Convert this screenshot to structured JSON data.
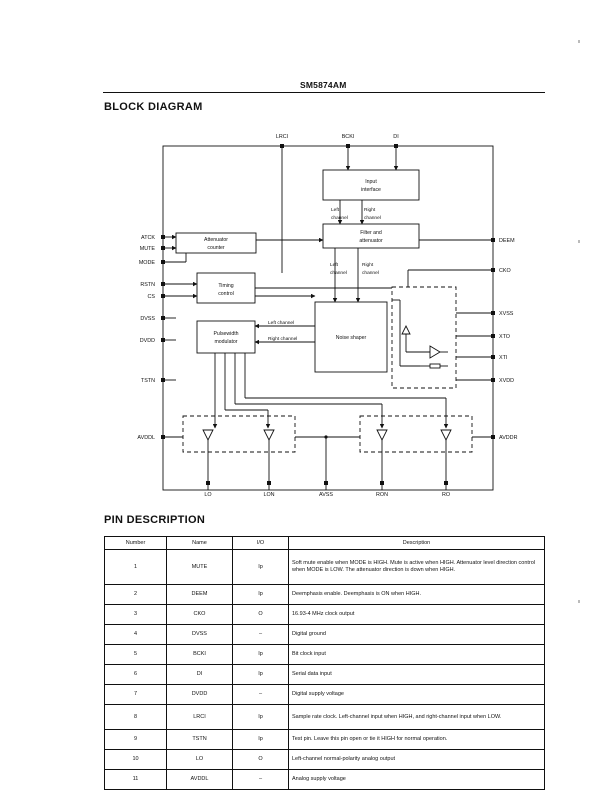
{
  "header": {
    "part_number": "SM5874AM"
  },
  "block_diagram": {
    "title": "BLOCK DIAGRAM",
    "blocks": {
      "input_interface": [
        "Input",
        "interface"
      ],
      "filter_attenuator": [
        "Filter and",
        "attenuator"
      ],
      "attenuator_counter": [
        "Attenuator",
        "counter"
      ],
      "timing_control": [
        "Timing",
        "control"
      ],
      "pulse_width_modulator": [
        "Pulsewidth",
        "modulator"
      ],
      "noise_shaper": [
        "Noise shaper"
      ]
    },
    "signal_labels": {
      "left_channel_top": [
        "Left",
        "channel"
      ],
      "right_channel_top": [
        "Right",
        "channel"
      ],
      "left_channel_mid": [
        "Left",
        "channel"
      ],
      "right_channel_mid": [
        "Right",
        "channel"
      ],
      "left_channel_h": "Left channel",
      "right_channel_h": "Right channel"
    },
    "top_pins": [
      "LRCI",
      "BCKI",
      "DI"
    ],
    "left_pins": [
      "ATCK",
      "MUTE",
      "MODE",
      "RSTN",
      "CS",
      "DVSS",
      "DVDD",
      "TSTN",
      "AVDDL"
    ],
    "right_pins": [
      "DEEM",
      "CKO",
      "XVSS",
      "XTO",
      "XTI",
      "XVDD",
      "AVDDR"
    ],
    "bottom_pins": [
      "LO",
      "LON",
      "AVSS",
      "RON",
      "RO"
    ]
  },
  "pin_description": {
    "title": "PIN DESCRIPTION",
    "columns": [
      "Number",
      "Name",
      "I/O",
      "Description"
    ],
    "rows": [
      {
        "number": "1",
        "name": "MUTE",
        "io": "Ip",
        "description": "Soft mute enable when MODE is HIGH. Mute is active when HIGH. Attenuator level direction control when MODE is LOW. The attenuator direction is down when HIGH."
      },
      {
        "number": "2",
        "name": "DEEM",
        "io": "Ip",
        "description": "Deemphasis enable. Deemphasis is ON when HIGH."
      },
      {
        "number": "3",
        "name": "CKO",
        "io": "O",
        "description": "16.93-4 MHz clock output"
      },
      {
        "number": "4",
        "name": "DVSS",
        "io": "–",
        "description": "Digital ground"
      },
      {
        "number": "5",
        "name": "BCKI",
        "io": "Ip",
        "description": "Bit clock input"
      },
      {
        "number": "6",
        "name": "DI",
        "io": "Ip",
        "description": "Serial data input"
      },
      {
        "number": "7",
        "name": "DVDD",
        "io": "–",
        "description": "Digital supply voltage"
      },
      {
        "number": "8",
        "name": "LRCI",
        "io": "Ip",
        "description": "Sample rate clock. Left-channel input when HIGH, and right-channel input when LOW."
      },
      {
        "number": "9",
        "name": "TSTN",
        "io": "Ip",
        "description": "Test pin. Leave this pin open or tie it HIGH for normal operation."
      },
      {
        "number": "10",
        "name": "LO",
        "io": "O",
        "description": "Left-channel normal-polarity analog output"
      },
      {
        "number": "11",
        "name": "AVDDL",
        "io": "–",
        "description": "Analog supply voltage"
      }
    ]
  }
}
